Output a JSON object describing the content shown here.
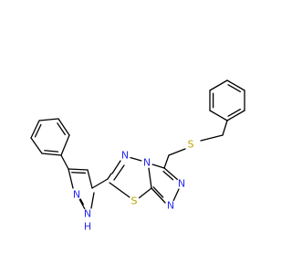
{
  "molecule": {
    "colors": {
      "bond": "#000000",
      "nitrogen": "#2a2af0",
      "sulfur": "#b8a400",
      "background": "#ffffff"
    },
    "atom_labels": {
      "triazolo_N_top": "N",
      "triazolo_N_bridge": "N",
      "triazolo_N_right_upper": "N",
      "triazolo_N_right_lower": "N",
      "thiadiazole_S": "S",
      "thioether_S": "S",
      "pyrazole_N": "N",
      "pyrazole_NH_N": "N",
      "pyrazole_NH_H": "H"
    }
  }
}
